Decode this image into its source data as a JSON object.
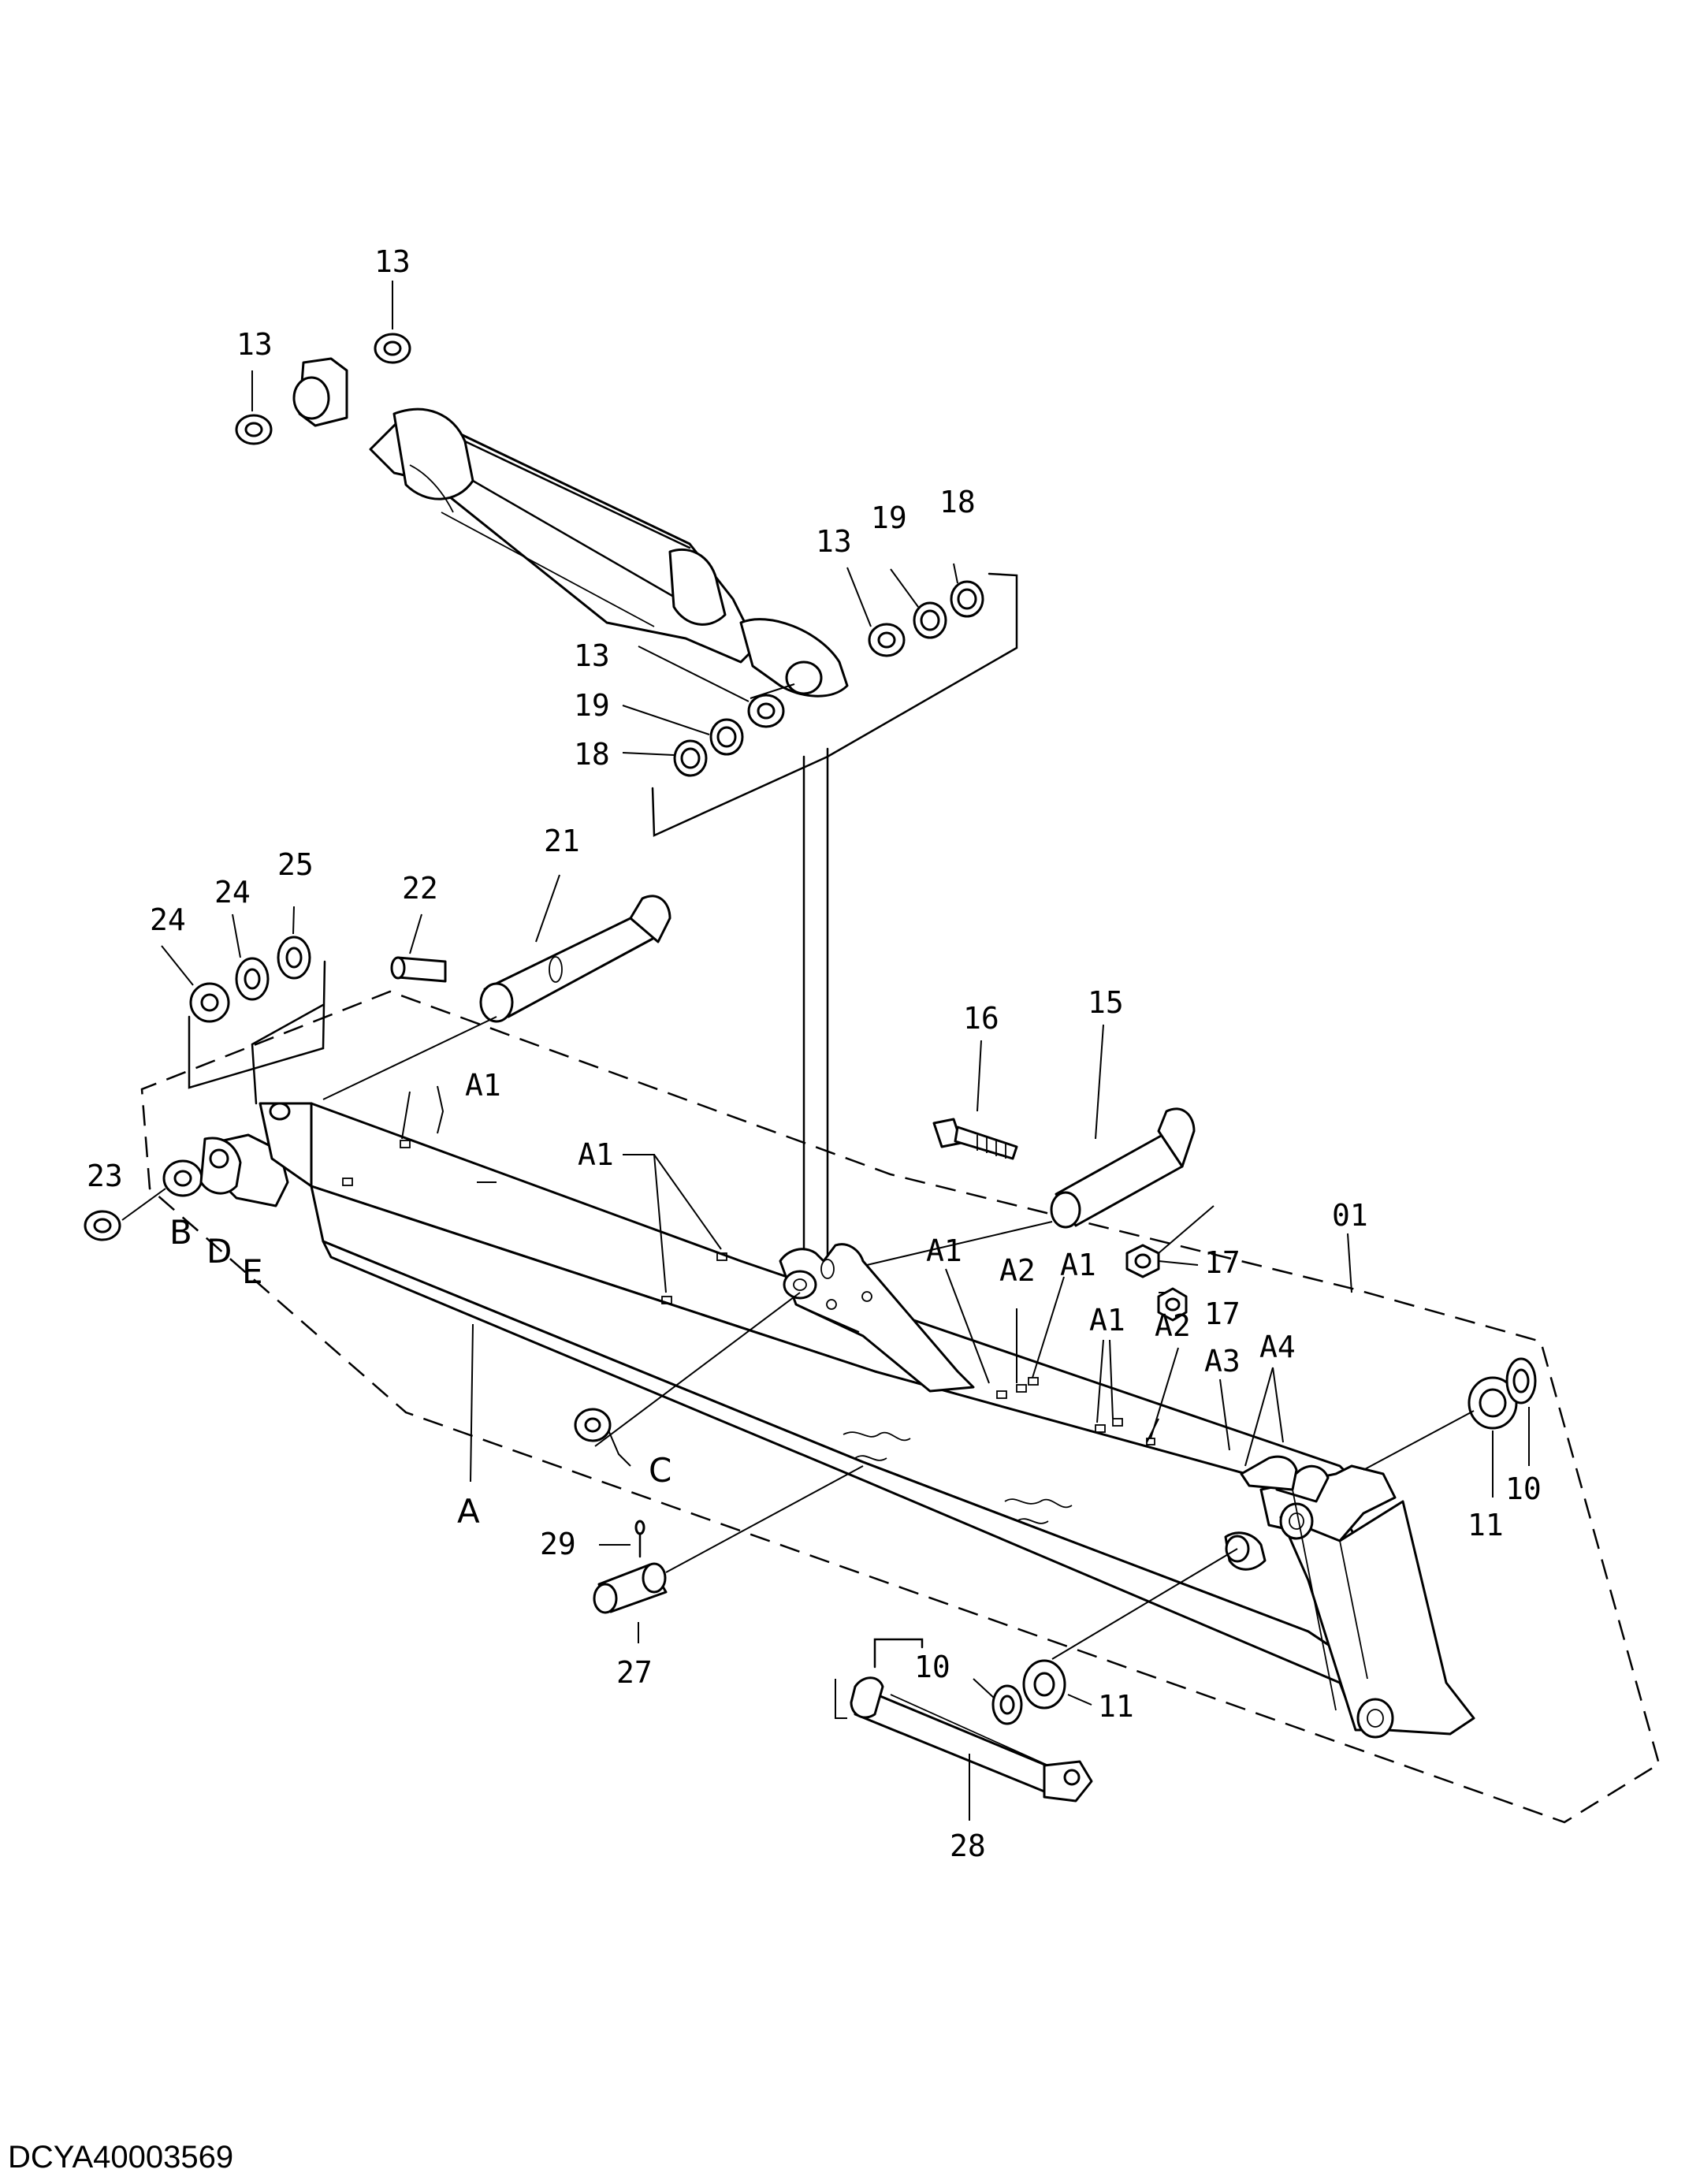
{
  "callouts": {
    "c13_top": "13",
    "c13_rod_left": "13",
    "c13_mid": "13",
    "c19_mid": "19",
    "c18_mid": "18",
    "c13_low": "13",
    "c19_low": "19",
    "c18_low": "18",
    "c21": "21",
    "c22": "22",
    "c25": "25",
    "c24_a": "24",
    "c24_b": "24",
    "c23": "23",
    "cB": "B",
    "cD": "D",
    "cE": "E",
    "cA1_a": "A1",
    "cA1_b": "A1",
    "cA": "A",
    "cC": "C",
    "c16": "16",
    "c15": "15",
    "c17_a": "17",
    "c17_b": "17",
    "c01": "01",
    "cA1_c": "A1",
    "cA2_a": "A2",
    "cA1_d": "A1",
    "cA1_e": "A1",
    "cA2_b": "A2",
    "cA3": "A3",
    "cA4": "A4",
    "c11_a": "11",
    "c10_a": "10",
    "c29": "29",
    "c27": "27",
    "c10_b": "10",
    "c11_b": "11",
    "c28": "28"
  },
  "drawing_code": "DCYA40003569"
}
